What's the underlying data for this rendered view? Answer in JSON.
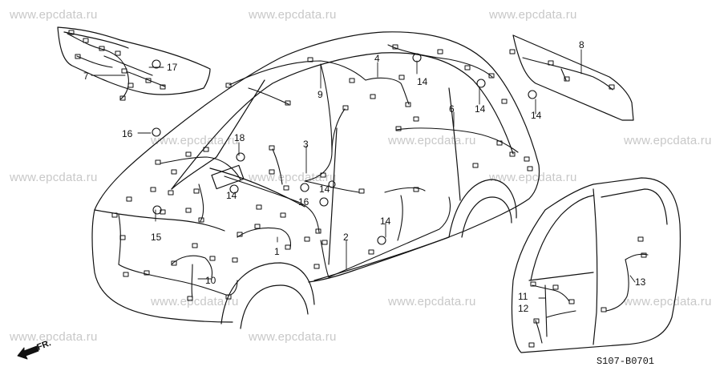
{
  "watermark": "www.epcdata.ru",
  "diagram_code": "S107-B0701",
  "direction_label": "FR.",
  "callouts": {
    "c1": "1",
    "c2": "2",
    "c3": "3",
    "c4": "4",
    "c6": "6",
    "c7": "7",
    "c8": "8",
    "c9": "9",
    "c10": "10",
    "c11": "11",
    "c12": "12",
    "c13": "13",
    "c14a": "14",
    "c14b": "14",
    "c14c": "14",
    "c14d": "14",
    "c14e": "14",
    "c14f": "14",
    "c15": "15",
    "c16a": "16",
    "c16b": "16",
    "c17": "17",
    "c18": "18"
  }
}
